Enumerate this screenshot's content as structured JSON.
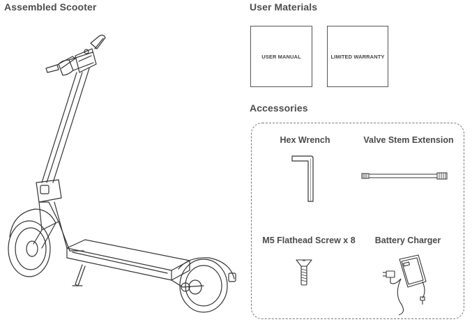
{
  "sections": {
    "scooter_title": "Assembled Scooter",
    "materials_title": "User Materials",
    "accessories_title": "Accessories"
  },
  "materials": [
    {
      "label": "USER MANUAL",
      "icon": "user-manual-booklet"
    },
    {
      "label": "LIMITED WARRANTY",
      "icon": "warranty-booklet"
    }
  ],
  "accessories": [
    {
      "label": "Hex Wrench",
      "icon": "hex-wrench-icon"
    },
    {
      "label": "Valve Stem Extension",
      "icon": "valve-stem-icon"
    },
    {
      "label": "M5 Flathead Screw x 8",
      "icon": "screw-icon"
    },
    {
      "label": "Battery Charger",
      "icon": "charger-icon"
    }
  ],
  "colors": {
    "line": "#333333",
    "frame": "#777777",
    "text": "#4a4a4a"
  }
}
